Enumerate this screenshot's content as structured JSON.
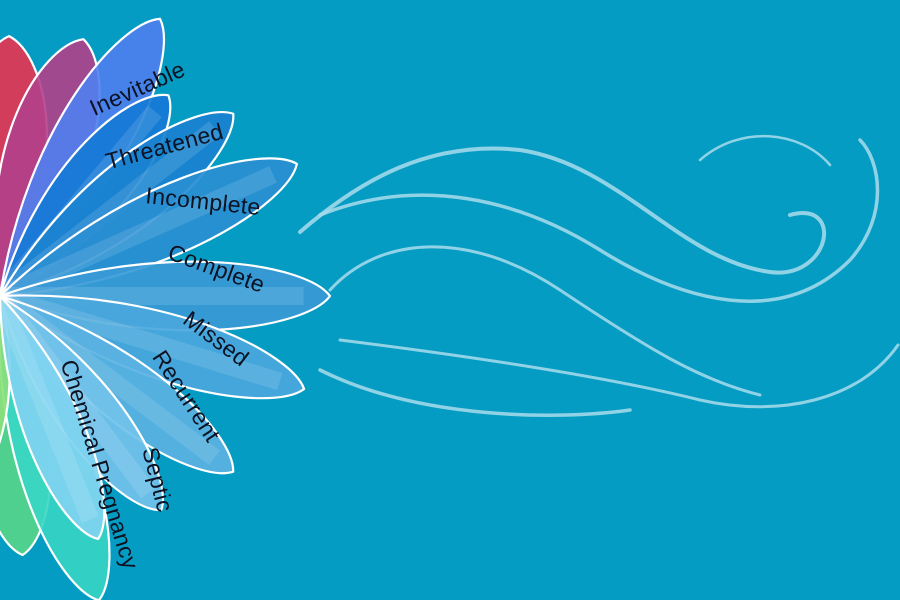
{
  "diagram": {
    "background_color": "#049cc3",
    "petals": [
      {
        "label": "Inevitable",
        "color": "#1679d6"
      },
      {
        "label": "Threatened",
        "color": "#1a82d0"
      },
      {
        "label": "Incomplete",
        "color": "#2a8fd2"
      },
      {
        "label": "Complete",
        "color": "#3a9ad6"
      },
      {
        "label": "Missed",
        "color": "#4aa7dc"
      },
      {
        "label": "Recurrent",
        "color": "#5ab2e2"
      },
      {
        "label": "Septic",
        "color": "#72c2ea"
      },
      {
        "label": "Chemical Pregnancy",
        "color": "#7fd3f0"
      }
    ],
    "side_petals": [
      {
        "name": "red",
        "color": "#e8334f"
      },
      {
        "name": "magenta",
        "color": "#b3408a"
      },
      {
        "name": "blue",
        "color": "#4f7ff0"
      },
      {
        "name": "green",
        "color": "#58d68a"
      },
      {
        "name": "aqua",
        "color": "#37d6c4"
      },
      {
        "name": "light-green",
        "color": "#8be07a"
      }
    ],
    "swirl_color": "#a9dcec",
    "outline_color": "#ffffff"
  }
}
